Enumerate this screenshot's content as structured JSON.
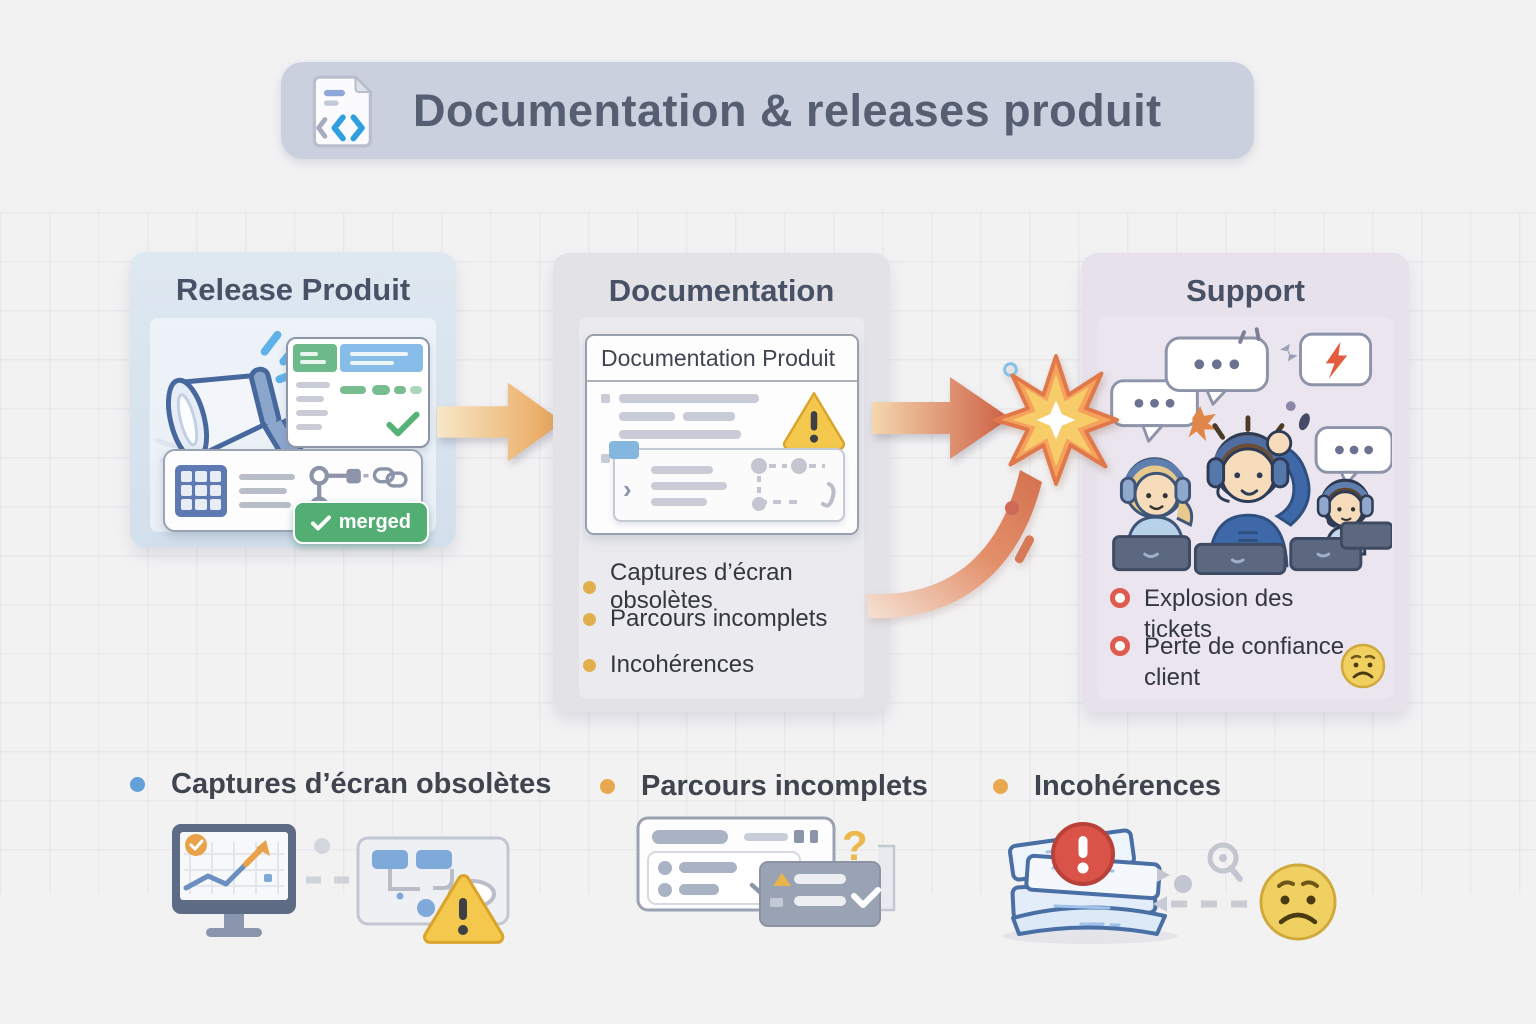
{
  "title": {
    "text": "Documentation & releases produit",
    "icon": "code-document-icon"
  },
  "panels": {
    "release": {
      "header": "Release Produit",
      "merged_label": "merged",
      "icons": [
        "megaphone-icon",
        "release-notes-card",
        "data-table-icon",
        "git-merge-graph-icon",
        "link-icon",
        "check-icon"
      ]
    },
    "documentation": {
      "header": "Documentation",
      "card_title": "Documentation Produit",
      "bullets": [
        "Captures d’écran obsolètes",
        "Parcours incomplets",
        "Incohérences"
      ],
      "bullet_color": "#e2af4e",
      "icons": [
        "warning-triangle-icon",
        "guide-subcard",
        "blue-tab-icon"
      ]
    },
    "support": {
      "header": "Support",
      "bullets": [
        "Explosion des tickets",
        "Perte de confiance client"
      ],
      "bullet_color": "#dd5b50",
      "icons": [
        "support-team-illustration",
        "chat-bubble-icon",
        "lightning-icon",
        "sad-face-emoji"
      ]
    }
  },
  "flow": {
    "arrow1": "release-to-documentation-arrow",
    "arrow2": "documentation-to-support-arrow",
    "burst": "collision-burst-icon",
    "swoosh": "feedback-curve-arrow"
  },
  "legend": {
    "items": [
      {
        "label": "Captures d’écran obsolètes",
        "bullet_color": "#64a0d8",
        "icons": [
          "monitor-chart-icon",
          "flowchart-icon",
          "warning-triangle-icon"
        ]
      },
      {
        "label": "Parcours incomplets",
        "bullet_color": "#e8a84f",
        "annotation": "?",
        "icons": [
          "form-cards-icon",
          "question-mark"
        ]
      },
      {
        "label": "Incohérences",
        "bullet_color": "#e8a84f",
        "icons": [
          "paper-stack-icon",
          "alert-badge-icon",
          "magnifier-icon",
          "worried-face-emoji"
        ]
      }
    ]
  },
  "colors": {
    "background": "#f3f2f3",
    "banner": "#cbd0de",
    "heading_text": "#485166",
    "body_text": "#33373f",
    "panel_release_bg": "#d9e4ef",
    "panel_documentation_bg": "#e3e2e7",
    "panel_support_bg": "#e6e1ea",
    "arrow_orange": "#e9a254",
    "arrow_red": "#cd5f43",
    "merged_green": "#53ae74",
    "warning_yellow": "#f3c84c",
    "alert_red": "#d95348",
    "code_blue": "#2f9fe0"
  }
}
